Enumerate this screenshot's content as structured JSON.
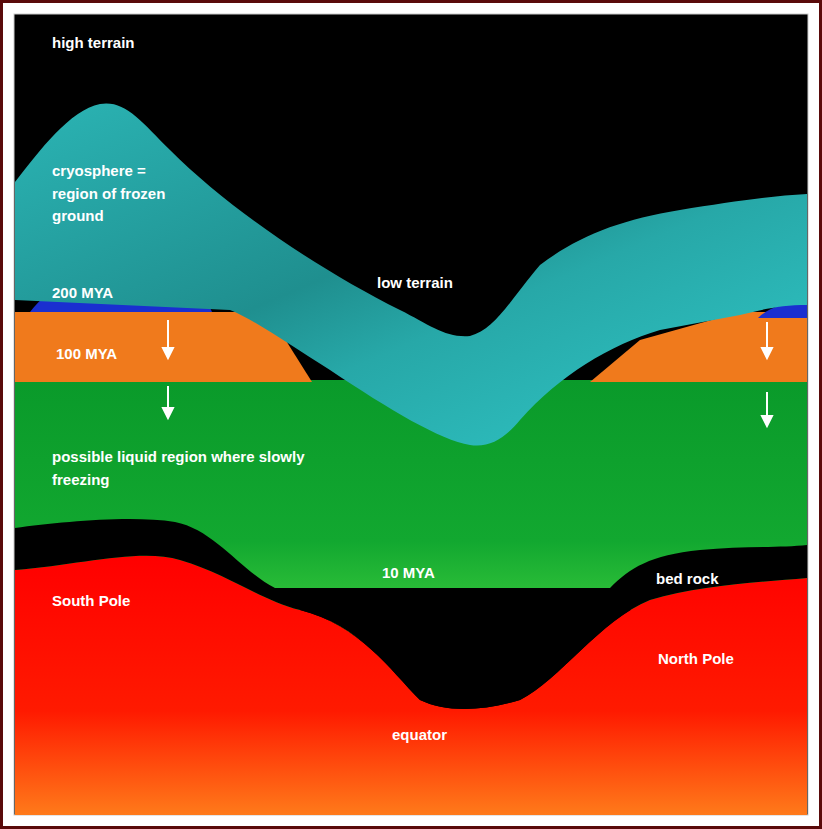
{
  "diagram": {
    "labels": [
      "high terrain",
      "cryosphere = region of frozen ground",
      "low terrain",
      "200 MYA",
      "100 MYA",
      "possible liquid region where slowly freezing",
      "10 MYA",
      "bed rock",
      "South Pole",
      "North Pole",
      "equator"
    ]
  }
}
